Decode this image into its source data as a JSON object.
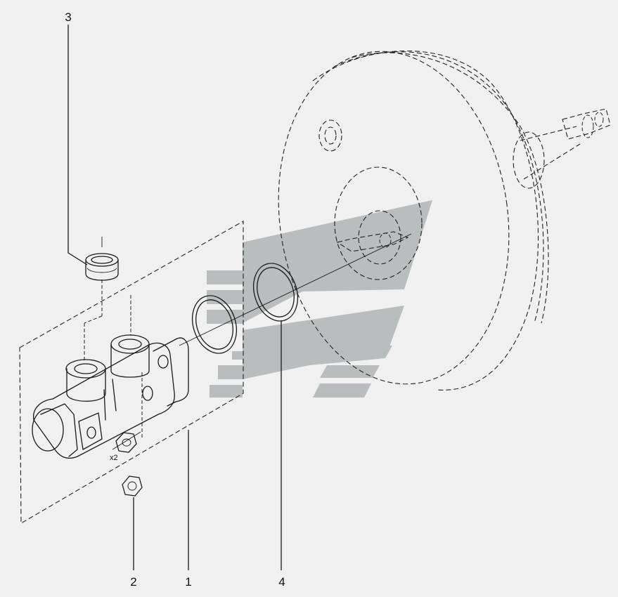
{
  "callouts": [
    {
      "id": "callout-3",
      "label": "3"
    },
    {
      "id": "callout-2",
      "label": "2"
    },
    {
      "id": "callout-1",
      "label": "1"
    },
    {
      "id": "callout-4",
      "label": "4"
    }
  ],
  "quantity_note": "x2",
  "colors": {
    "background": "#f0f0f0",
    "line": "#1a1a1a",
    "watermark": "#b9bdbd"
  }
}
